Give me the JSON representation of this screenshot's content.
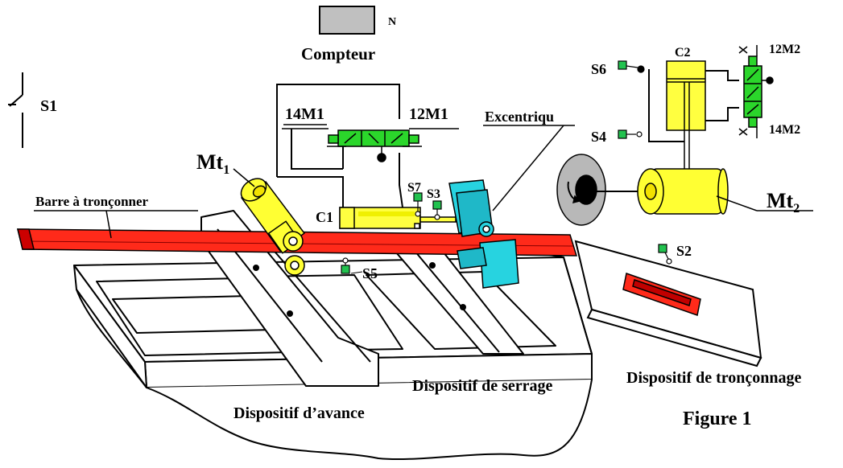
{
  "labels": {
    "counter_symbol": "N",
    "counter_name": "Compteur",
    "switch_s1": "S1",
    "motor_mt1_base": "Mt",
    "motor_mt1_sub": "1",
    "bar_label": "Barre à tronçonner",
    "valve_left_port": "14M1",
    "valve_right_port": "12M1",
    "eccentric": "Excentriqu",
    "sensor_s7": "S7",
    "sensor_s3": "S3",
    "cylinder_c1": "C1",
    "sensor_s5": "S5",
    "sensor_s6": "S6",
    "sensor_s4": "S4",
    "cylinder_c2": "C2",
    "valve2_top_port": "12M2",
    "valve2_bottom_port": "14M2",
    "motor_mt2_base": "Mt",
    "motor_mt2_sub": "2",
    "sensor_s2": "S2",
    "feed_device": "Dispositif d’avance",
    "clamp_device": "Dispositif de serrage",
    "cut_device": "Dispositif de tronçonnage",
    "figure_caption": "Figure 1"
  },
  "colors": {
    "bar": "#ff2a1a",
    "motor": "#ffff33",
    "valve": "#2bd62b",
    "sensor": "#22c24f",
    "clamp": "#27d3e0",
    "counter": "#c0c0c0",
    "disc": "#b8b8b8",
    "cylinder": "#ffff40"
  }
}
